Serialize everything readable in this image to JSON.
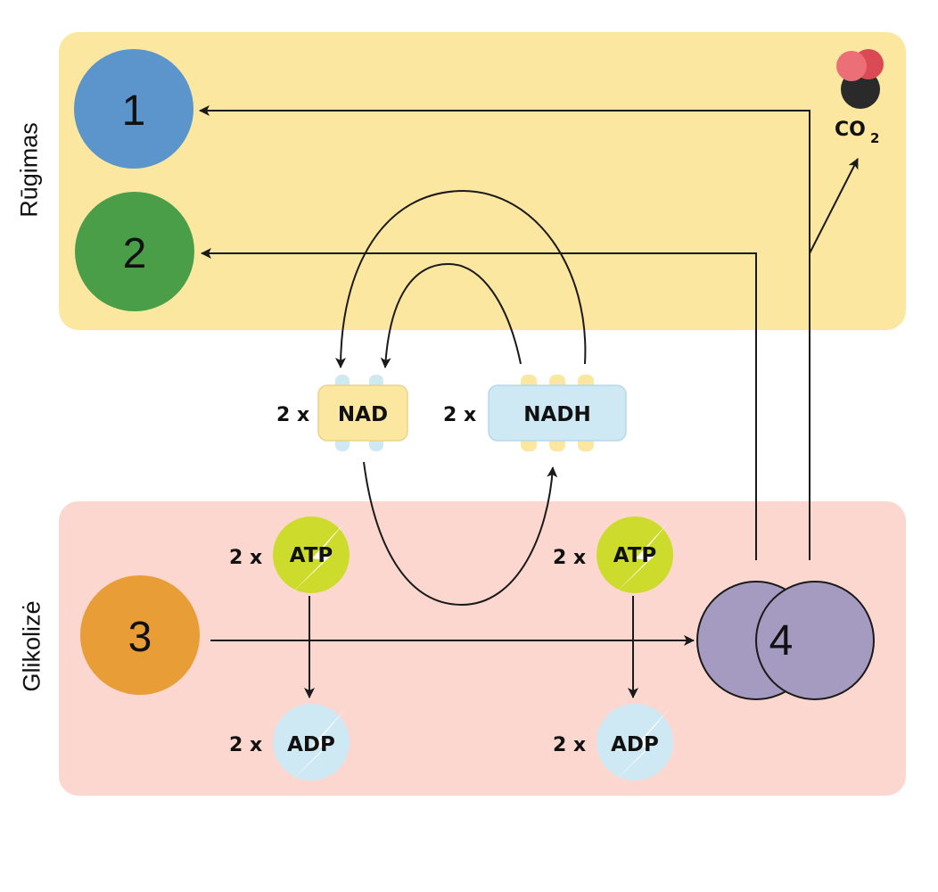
{
  "panels": {
    "top_label": "Rūgimas",
    "bottom_label": "Glikolizė"
  },
  "nodes": {
    "n1": "1",
    "n2": "2",
    "n3": "3",
    "n4": "4"
  },
  "molecules": {
    "co2_main": "CO",
    "co2_sub": "2",
    "nad": "NAD",
    "nadh": "NADH",
    "nad_mult": "2 x",
    "nadh_mult": "2 x",
    "atp_left": "ATP",
    "atp_right": "ATP",
    "adp_left": "ADP",
    "adp_right": "ADP",
    "atp_left_mult": "2 x",
    "atp_right_mult": "2 x",
    "adp_left_mult": "2 x",
    "adp_right_mult": "2 x"
  },
  "colors": {
    "fermentation_panel": "#fbe7a0",
    "glycolysis_panel": "#fbd7cf",
    "node1": "#5b95cc",
    "node2": "#4a9e48",
    "node3": "#e89d36",
    "node4": "#a59ac0",
    "atp": "#cddc2c",
    "adp": "#cfe9f4",
    "nad_box": "#fbe7a0",
    "nadh_box": "#cfe9f4",
    "co2_oxygen": "#e8606a",
    "co2_carbon": "#2a2a2a"
  }
}
